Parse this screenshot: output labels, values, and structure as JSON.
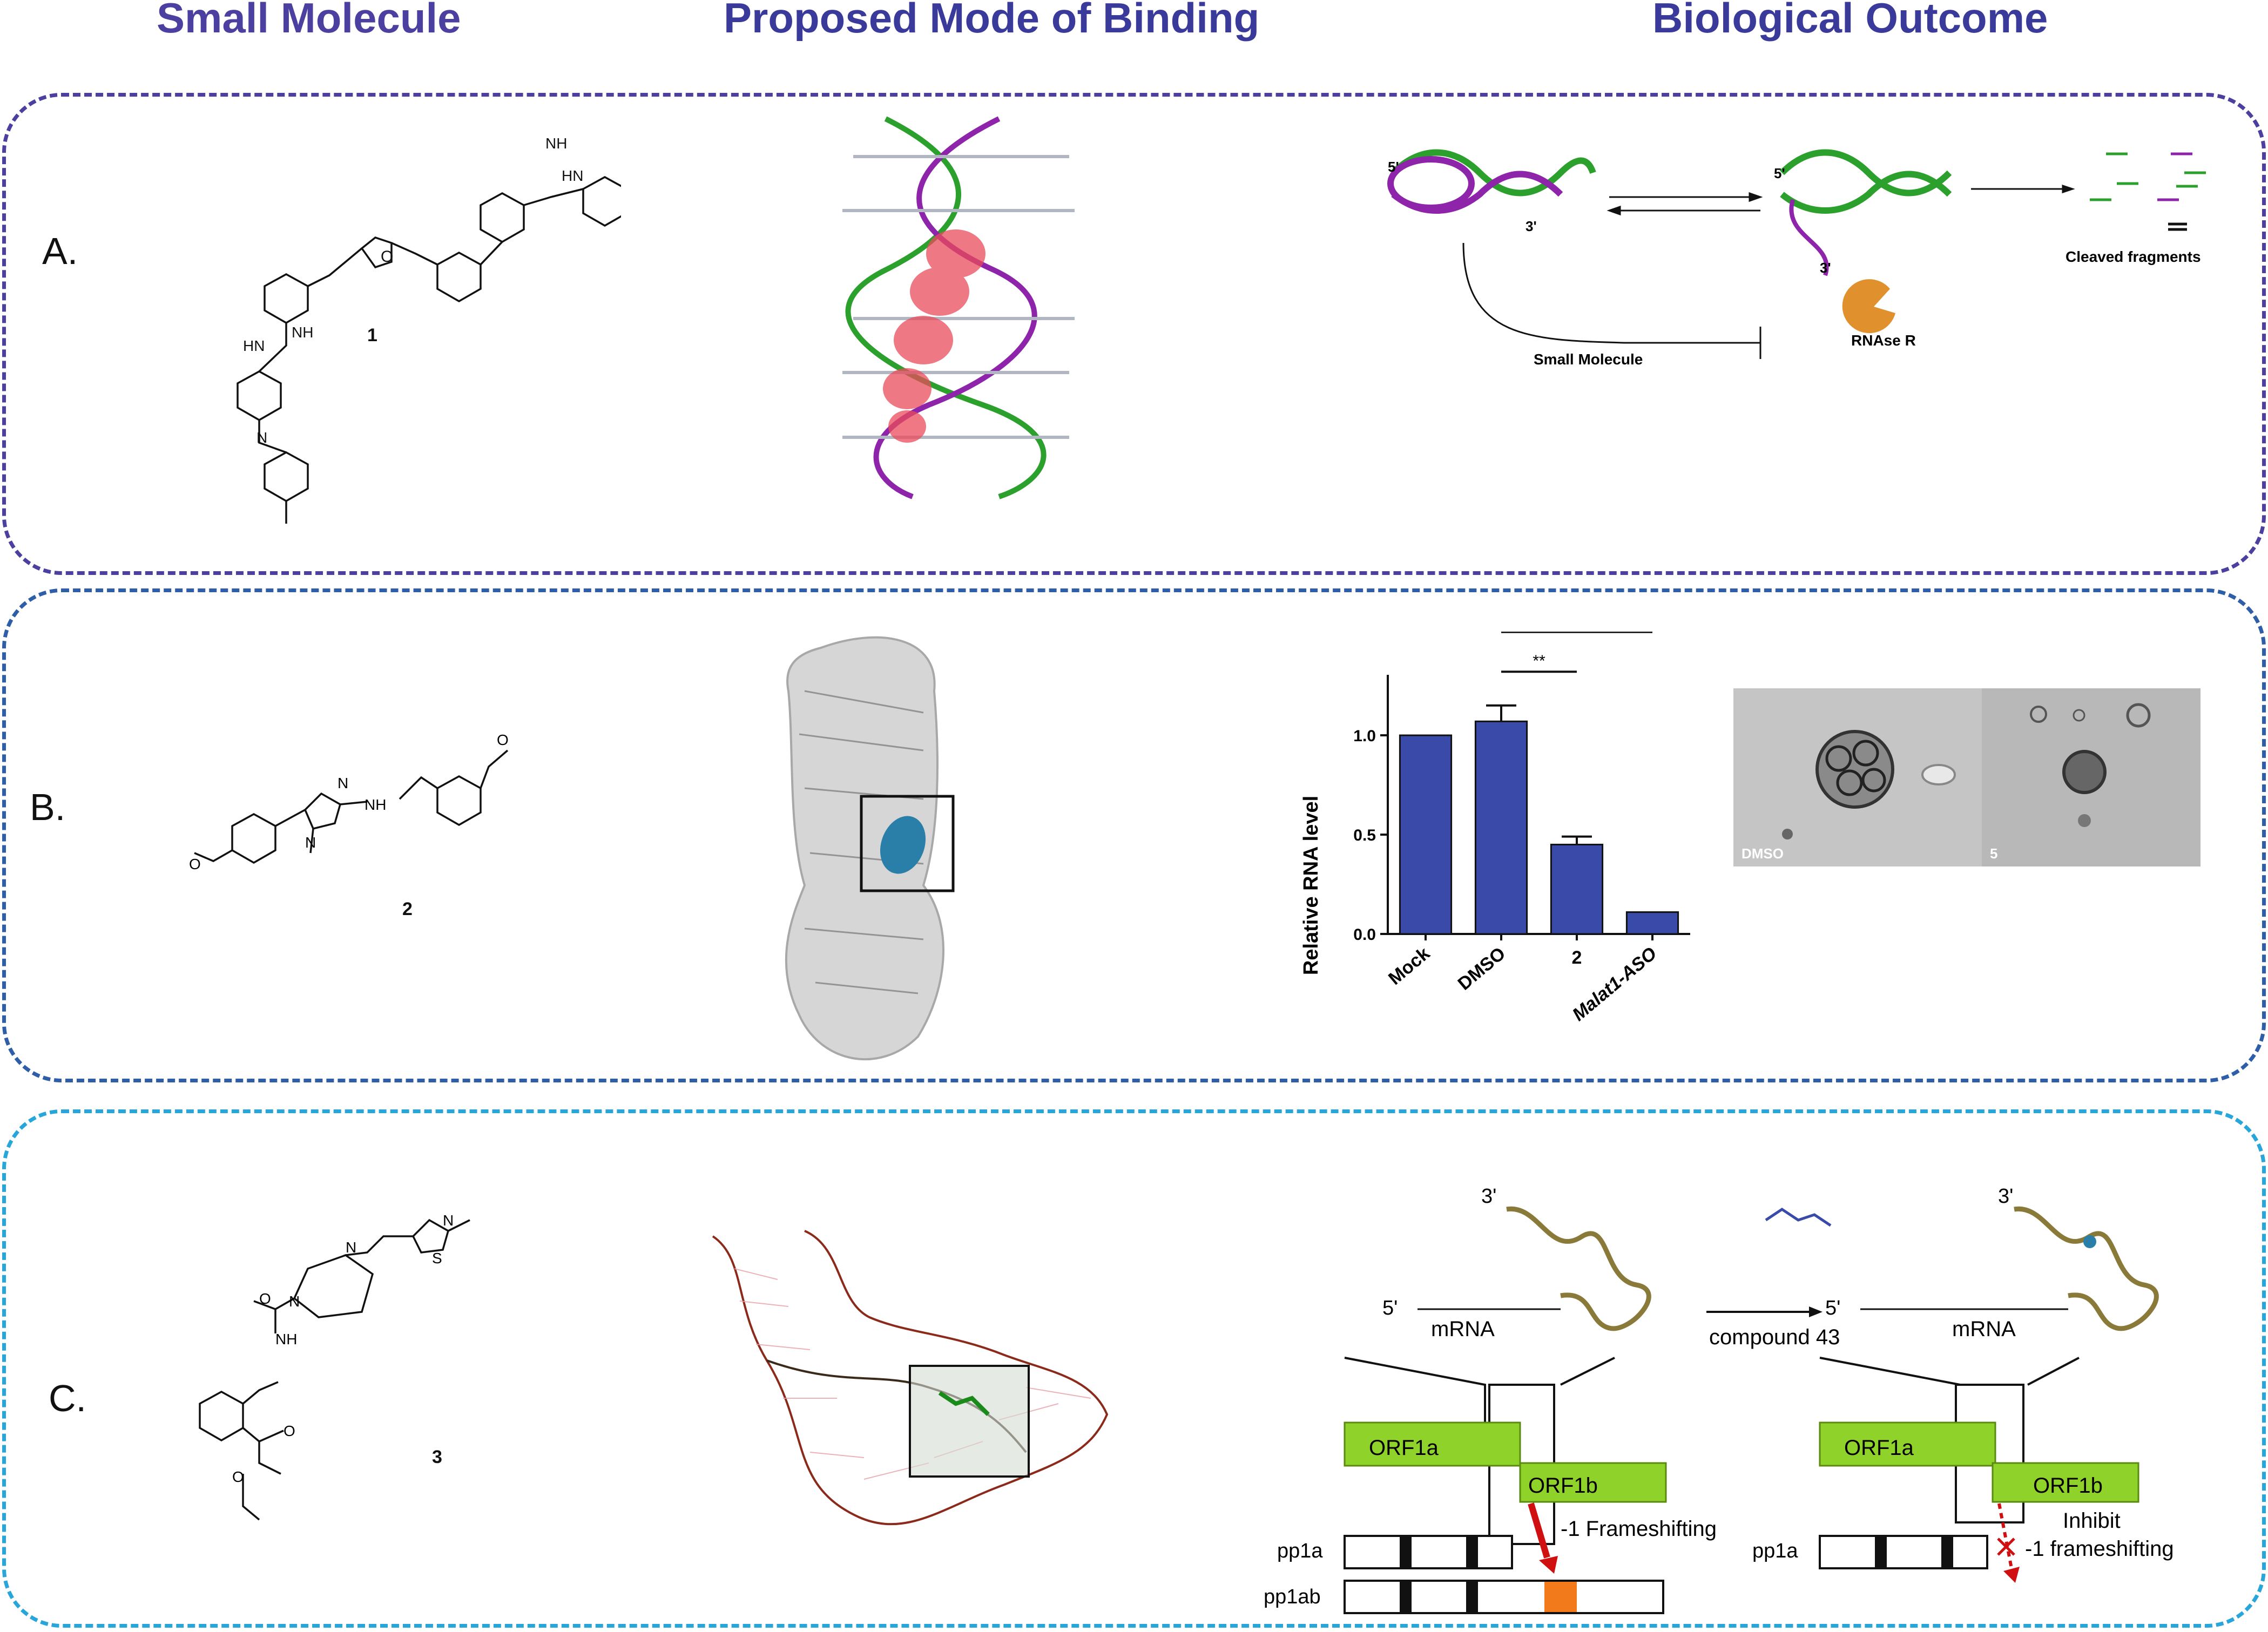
{
  "headers": {
    "small_molecule": "Small Molecule",
    "binding": "Proposed Mode of Binding",
    "outcome": "Biological Outcome"
  },
  "colors": {
    "header": "#4b3fa0",
    "panel_a_border": "#4b3fa0",
    "panel_b_border": "#2e5ea8",
    "panel_c_border": "#29a6d9",
    "rna_green": "#2ca02c",
    "rna_purple": "#8e24aa",
    "rnase": "#e0912e",
    "bar_blue": "#3a4aa8",
    "orf_green": "#8fd22a",
    "highlight_orange": "#f27a1a"
  },
  "rows": {
    "a": {
      "label": "A.",
      "compound": "1",
      "outcome": {
        "five_prime_left": "5'",
        "three_prime_left": "3'",
        "five_prime_right": "5'",
        "three_prime_right": "3'",
        "rnase": "RNAse R",
        "small_molecule": "Small Molecule",
        "cleaved": "Cleaved fragments"
      }
    },
    "b": {
      "label": "B.",
      "compound": "2",
      "micrograph_left": "DMSO",
      "micrograph_right": "5"
    },
    "c": {
      "label": "C.",
      "compound": "3",
      "outcome": {
        "three_prime_left": "3'",
        "five_prime_left": "5'",
        "mrna_left": "mRNA",
        "compound_arrow": "compound 43",
        "five_prime_right": "5'",
        "mrna_right": "mRNA",
        "three_prime_right": "3'",
        "orf1a_left": "ORF1a",
        "orf1b_left": "ORF1b",
        "orf1a_right": "ORF1a",
        "orf1b_right": "ORF1b",
        "frameshifting": "-1 Frameshifting",
        "inhibit": "Inhibit",
        "inhibit_frameshifting": "-1 frameshifting",
        "pp1a_left": "pp1a",
        "pp1ab": "pp1ab",
        "pp1a_right": "pp1a"
      }
    }
  },
  "chart_data": {
    "type": "bar",
    "categories": [
      "Mock",
      "DMSO",
      "2",
      "Malat1-ASO"
    ],
    "values": [
      1.0,
      1.07,
      0.45,
      0.11
    ],
    "errors": [
      0,
      0.08,
      0.04,
      0
    ],
    "ylabel": "Relative RNA level",
    "ylim": [
      0,
      1.25
    ],
    "yticks": [
      "0.0",
      "0.5",
      "1.0"
    ],
    "significance": [
      "**",
      "*"
    ],
    "grid": false
  }
}
